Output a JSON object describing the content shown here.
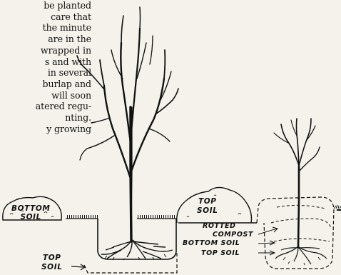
{
  "text_lines": [
    "be planted",
    "care that",
    "the minute",
    "are in the",
    "wrapped in",
    "s and with",
    "in several",
    "burlap and",
    "will soon",
    "atered regu-",
    "nting.",
    "y growing"
  ],
  "labels": {
    "bottom_soil": [
      "BOTTOM",
      "SOIL"
    ],
    "top_soil_mound": [
      "TOP",
      "SOIL"
    ],
    "top_soil_left": [
      "TOP",
      "SOIL"
    ],
    "rotted_compost": [
      "ROTTED",
      "COMPOST"
    ],
    "bottom_soil_right": "BOTTOM SOIL",
    "top_soil_right": "TOP SOIL"
  },
  "colors": {
    "ink": "#111111",
    "paper": "#f4f2ea"
  }
}
